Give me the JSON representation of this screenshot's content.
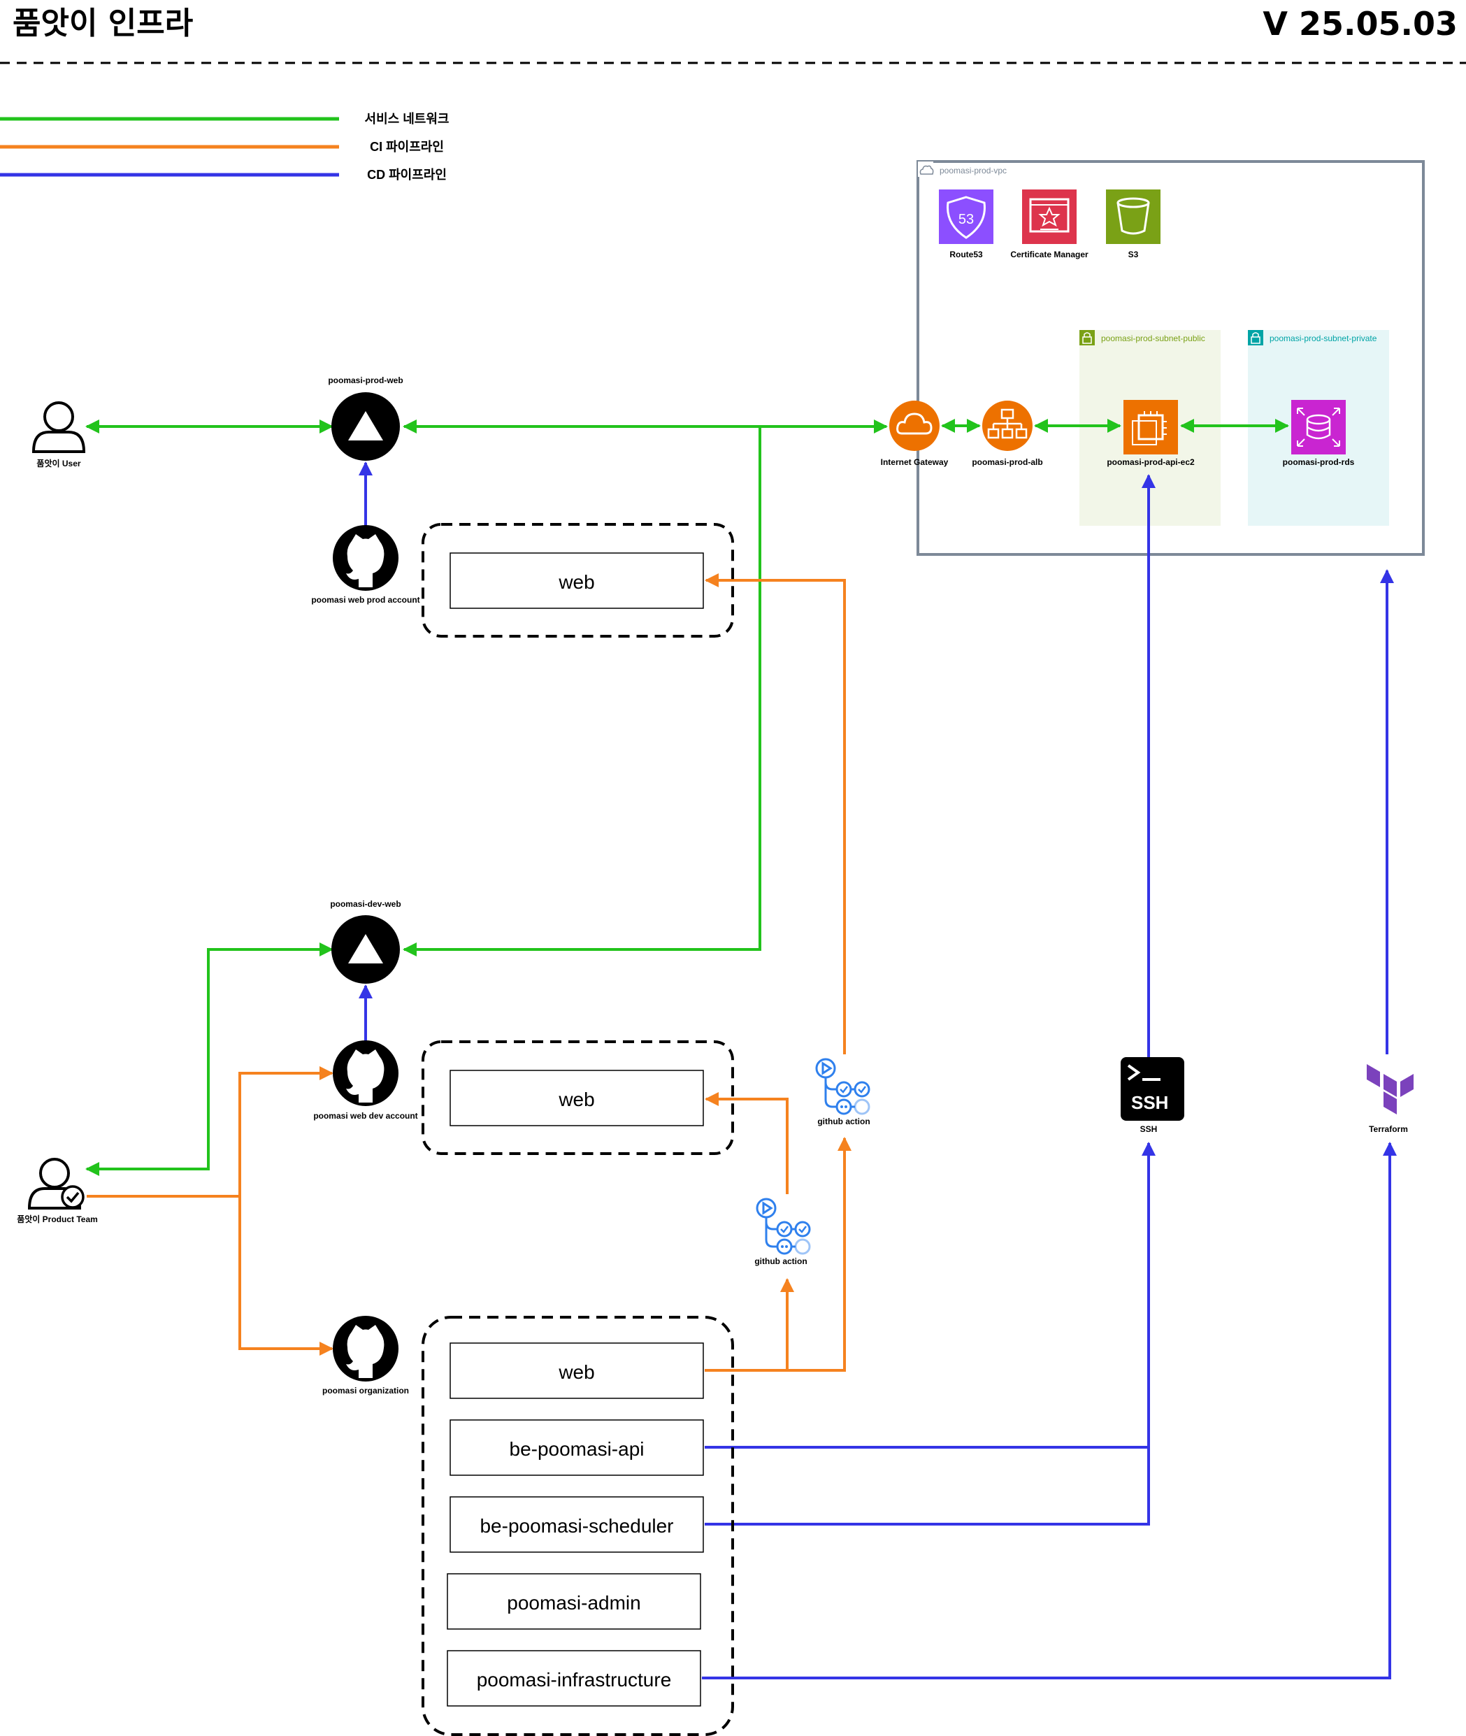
{
  "header": {
    "title": "품앗이 인프라",
    "version": "V 25.05.03"
  },
  "legend": [
    {
      "label": "서비스 네트워크",
      "color": "#22c31c"
    },
    {
      "label": "CI 파이프라인",
      "color": "#f5821f"
    },
    {
      "label": "CD 파이프라인",
      "color": "#3434e6"
    }
  ],
  "colors": {
    "service": "#22c31c",
    "ci": "#f5821f",
    "cd": "#3434e6",
    "route53": "#8c4fff",
    "acm": "#dd344c",
    "s3": "#7aa116",
    "aws_orange": "#ed7100",
    "rds": "#c925d1",
    "public_subnet": "#7aa116",
    "private_subnet": "#00a4a6"
  },
  "nodes": {
    "user": "품앗이 User",
    "prod_web": "poomasi-prod-web",
    "dev_web": "poomasi-dev-web",
    "prod_account": "poomasi web prod account",
    "dev_account": "poomasi web dev account",
    "product_team": "품앗이 Product Team",
    "organization": "poomasi organization",
    "github_action_1": "github action",
    "github_action_2": "github action",
    "ssh": "SSH",
    "ssh_icon_text": "SSH",
    "terraform": "Terraform"
  },
  "repos": {
    "prod": [
      "web"
    ],
    "dev": [
      "web"
    ],
    "org": [
      "web",
      "be-poomasi-api",
      "be-poomasi-scheduler",
      "poomasi-admin",
      "poomasi-infrastructure"
    ]
  },
  "aws": {
    "vpc": "poomasi-prod-vpc",
    "route53": "Route53",
    "route53_badge": "53",
    "acm": "Certificate Manager",
    "s3": "S3",
    "subnet_public": "poomasi-prod-subnet-public",
    "subnet_private": "poomasi-prod-subnet-private",
    "igw": "Internet Gateway",
    "alb": "poomasi-prod-alb",
    "ec2": "poomasi-prod-api-ec2",
    "rds": "poomasi-prod-rds"
  }
}
